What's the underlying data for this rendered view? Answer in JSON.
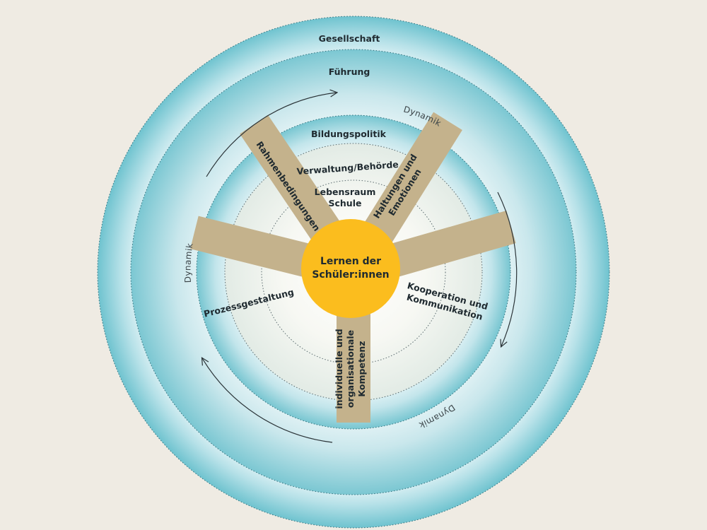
{
  "center": {
    "line1": "Lernen der",
    "line2": "Schüler:innen"
  },
  "rings": {
    "outer": "Gesellschaft",
    "second": "Führung",
    "third": "Bildungspolitik",
    "fourth": "Verwaltung/Behörde",
    "inner_line1": "Lebensraum",
    "inner_line2": "Schule"
  },
  "spokes": {
    "rahmen": "Rahmenbedingungen",
    "haltungen_line1": "Haltungen und",
    "haltungen_line2": "Emotionen",
    "prozess": "Prozessgestaltung",
    "kooperation_line1": "Kooperation und",
    "kooperation_line2": "Kommunikation",
    "kompetenz_line1": "individuelle und",
    "kompetenz_line2": "organisationale",
    "kompetenz_line3": "Kompetenz"
  },
  "dynamics": {
    "top_right": "Dynamik",
    "left": "Dynamik",
    "bottom_right": "Dynamik"
  },
  "colors": {
    "background": "#efebe3",
    "ring_blue": "#7fcbd6",
    "ring_light": "#e6f4f6",
    "spoke_gold": "#f6c233",
    "spoke_tan": "#c9b58a",
    "center_gold": "#fbbd1e"
  }
}
